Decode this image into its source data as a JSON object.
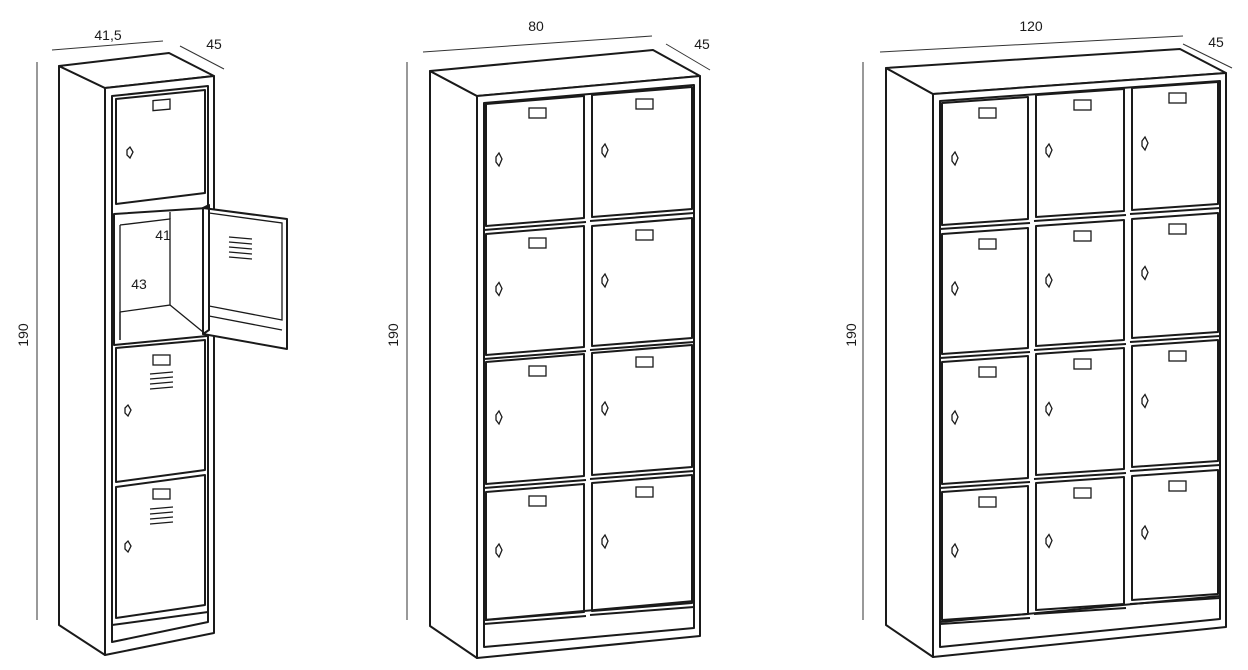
{
  "lockers": [
    {
      "id": "locker-single",
      "dims": {
        "width": "41,5",
        "depth": "45",
        "height": "190"
      },
      "compartment_dims": {
        "width": "41",
        "height": "43"
      }
    },
    {
      "id": "locker-double",
      "dims": {
        "width": "80",
        "depth": "45",
        "height": "190"
      }
    },
    {
      "id": "locker-triple",
      "dims": {
        "width": "120",
        "depth": "45",
        "height": "190"
      }
    }
  ],
  "colors": {
    "line": "#1a1a1a",
    "background": "#ffffff"
  }
}
